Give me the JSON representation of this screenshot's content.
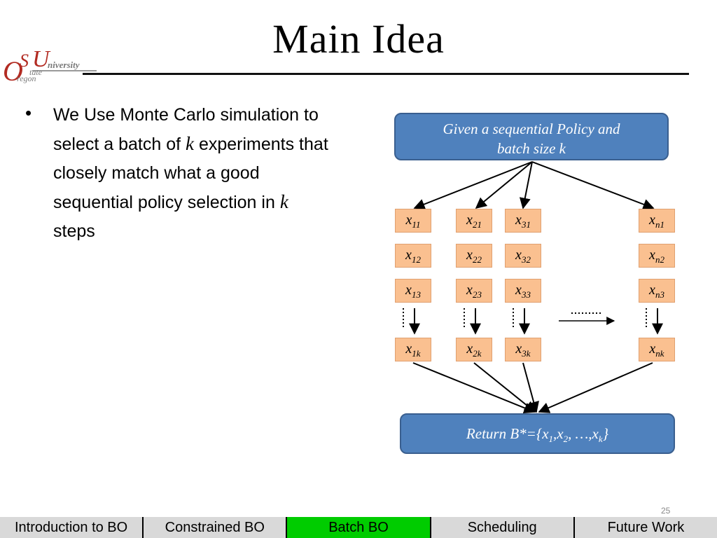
{
  "slide": {
    "title": "Main Idea",
    "page_number": "25"
  },
  "logo": {
    "o": "O",
    "s": "S",
    "u": "U",
    "niversity": "niversity",
    "state": "tate",
    "regon": "regon"
  },
  "bullet": {
    "before_k1": "We Use Monte Carlo simulation to select a batch of ",
    "k1": "k",
    "middle": " experiments that closely match what a  good sequential policy selection in ",
    "k2": "k",
    "after_k2": " steps"
  },
  "diagram": {
    "top_box_line1": "Given a sequential Policy and",
    "top_box_line2": "batch size k",
    "bottom_box": {
      "prefix": "Return B*={x",
      "s1": "1",
      "comma1": ",x",
      "s2": "2",
      "middle": ", …,x",
      "sk": "k",
      "suffix": "}"
    },
    "columns": [
      {
        "cells": [
          {
            "base": "x",
            "sub": "11"
          },
          {
            "base": "x",
            "sub": "12"
          },
          {
            "base": "x",
            "sub": "13"
          },
          {
            "base": "x",
            "sub": "1k"
          }
        ]
      },
      {
        "cells": [
          {
            "base": "x",
            "sub": "21"
          },
          {
            "base": "x",
            "sub": "22"
          },
          {
            "base": "x",
            "sub": "23"
          },
          {
            "base": "x",
            "sub": "2k"
          }
        ]
      },
      {
        "cells": [
          {
            "base": "x",
            "sub": "31"
          },
          {
            "base": "x",
            "sub": "32"
          },
          {
            "base": "x",
            "sub": "33"
          },
          {
            "base": "x",
            "sub": "3k"
          }
        ]
      },
      {
        "cells": [
          {
            "base": "x",
            "sub": "n1"
          },
          {
            "base": "x",
            "sub": "n2"
          },
          {
            "base": "x",
            "sub": "n3"
          },
          {
            "base": "x",
            "sub": "nk"
          }
        ]
      }
    ]
  },
  "footer": {
    "tabs": [
      {
        "label": "Introduction to BO",
        "active": false
      },
      {
        "label": "Constrained BO",
        "active": false
      },
      {
        "label": "Batch BO",
        "active": true
      },
      {
        "label": "Scheduling",
        "active": false
      },
      {
        "label": "Future Work",
        "active": false
      }
    ]
  },
  "colors": {
    "box_blue": "#4f81bd",
    "cell_orange": "#fac090",
    "active_tab_green": "#00cc00",
    "tab_gray": "#d9d9d9",
    "logo_red": "#b22b22"
  }
}
